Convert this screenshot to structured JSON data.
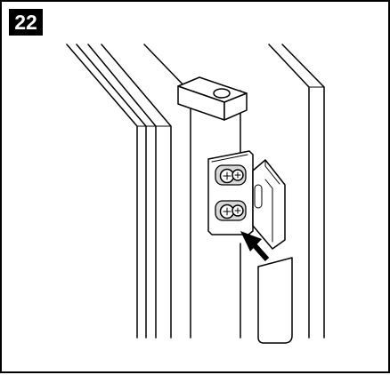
{
  "figure": {
    "step_number": "22",
    "icons": [
      "door-panel",
      "hinge-bracket",
      "latch-cover",
      "screw",
      "arrow",
      "label-plate"
    ]
  }
}
